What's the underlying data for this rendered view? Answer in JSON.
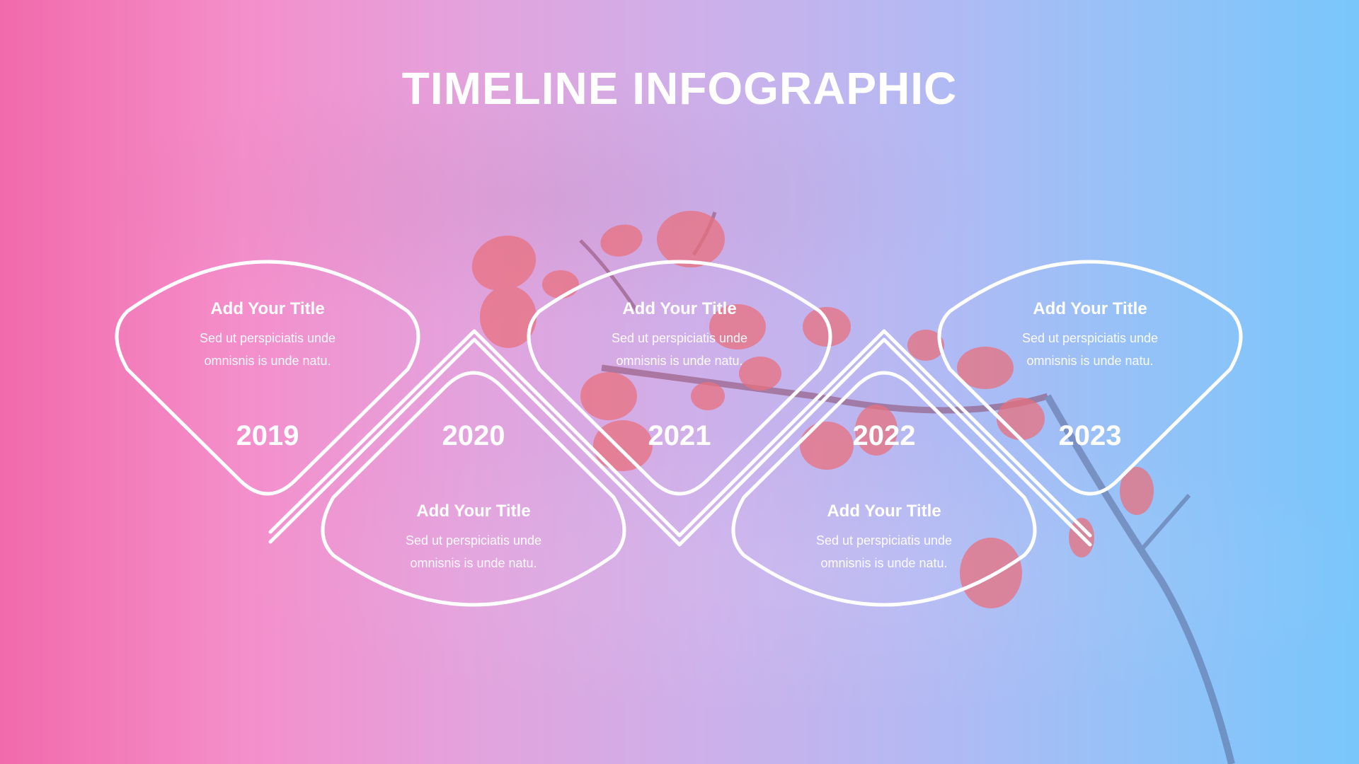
{
  "title": "TIMELINE INFOGRAPHIC",
  "colors": {
    "gradient_left": "#f26aab",
    "gradient_mid": "#cdb0ea",
    "gradient_right": "#79c6fb",
    "stroke": "#ffffff",
    "leaf": "#e8707e"
  },
  "milestones": [
    {
      "year": "2019",
      "title": "Add Your Title",
      "desc_line1": "Sed ut perspiciatis unde",
      "desc_line2": "omnisnis is unde natu."
    },
    {
      "year": "2020",
      "title": "Add Your Title",
      "desc_line1": "Sed ut perspiciatis unde",
      "desc_line2": "omnisnis is unde natu."
    },
    {
      "year": "2021",
      "title": "Add Your Title",
      "desc_line1": "Sed ut perspiciatis unde",
      "desc_line2": "omnisnis is unde natu."
    },
    {
      "year": "2022",
      "title": "Add Your Title",
      "desc_line1": "Sed ut perspiciatis unde",
      "desc_line2": "omnisnis is unde natu."
    },
    {
      "year": "2023",
      "title": "Add Your Title",
      "desc_line1": "Sed ut perspiciatis unde",
      "desc_line2": "omnisnis is unde natu."
    }
  ]
}
